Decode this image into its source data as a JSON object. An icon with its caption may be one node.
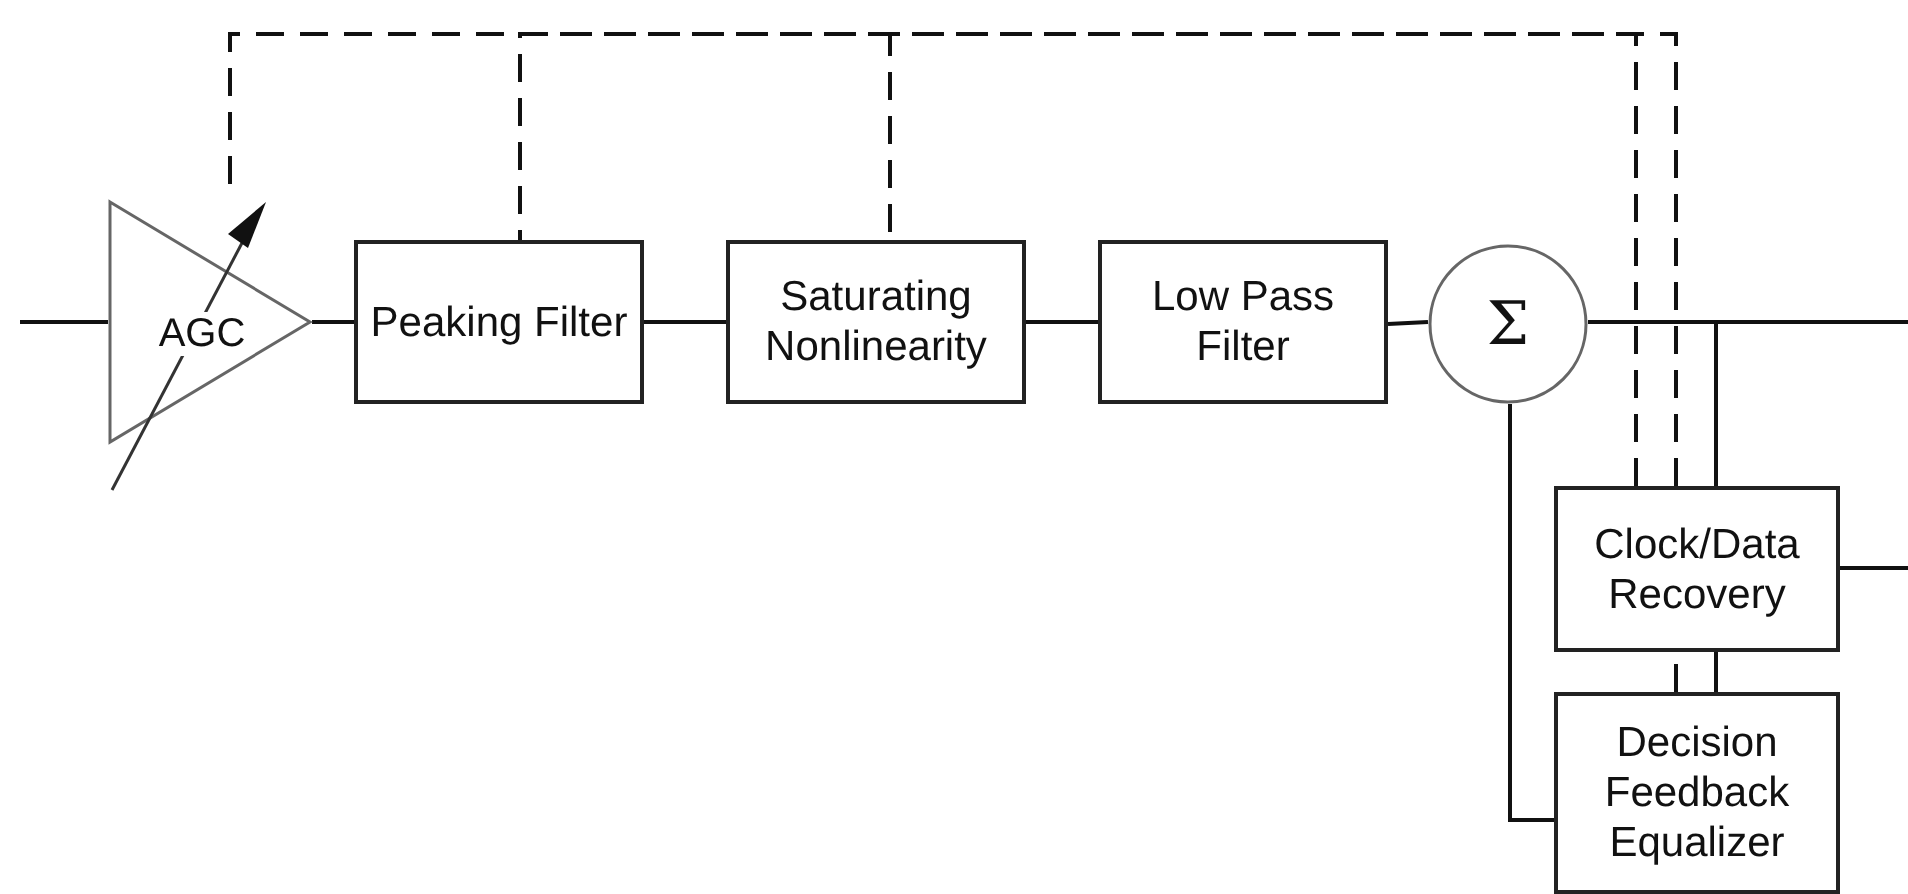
{
  "diagram": {
    "nodes": [
      {
        "text": [
          "AGC"
        ]
      },
      {
        "text": [
          "Peaking Filter"
        ]
      },
      {
        "text": [
          "Saturating Nonlinearity"
        ]
      },
      {
        "text": [
          "Low Pass Filter"
        ]
      },
      {
        "text": [
          "Σ"
        ]
      },
      {
        "text": [
          "Clock/Data Recovery"
        ]
      },
      {
        "text": [
          "Decision Feedback Equalizer"
        ]
      }
    ],
    "edges": [
      {
        "from": null,
        "to": 0,
        "arrow": "none"
      },
      {
        "from": 0,
        "to": 1,
        "arrow": "none"
      },
      {
        "from": 1,
        "to": 2,
        "arrow": "none"
      },
      {
        "from": 2,
        "to": 3,
        "arrow": "none"
      },
      {
        "from": 3,
        "to": 4,
        "arrow": "none"
      },
      {
        "from": 4,
        "to": null,
        "arrow": "none"
      },
      {
        "from": 4,
        "to": 5,
        "arrow": "none"
      },
      {
        "from": 5,
        "to": null,
        "arrow": "none"
      },
      {
        "from": 5,
        "to": 6,
        "arrow": "none"
      },
      {
        "from": 6,
        "to": 4,
        "arrow": "none"
      },
      {
        "from": 5,
        "to": 0,
        "arrow": "none",
        "style": "dashed"
      },
      {
        "from": 5,
        "to": 1,
        "arrow": "none",
        "style": "dashed"
      },
      {
        "from": 5,
        "to": 2,
        "arrow": "none",
        "style": "dashed"
      },
      {
        "from": 6,
        "to": 5,
        "arrow": "none",
        "style": "dashed"
      }
    ]
  }
}
